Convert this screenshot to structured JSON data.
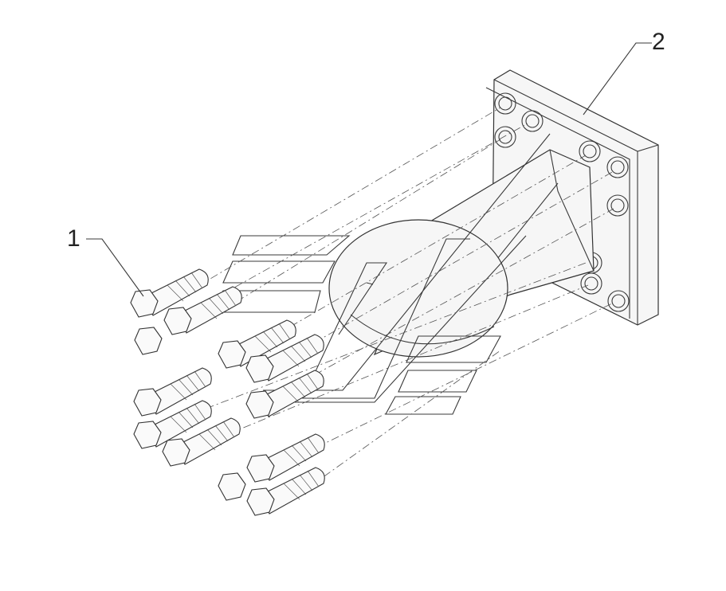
{
  "callouts": [
    {
      "id": "1",
      "label": "1"
    },
    {
      "id": "2",
      "label": "2"
    }
  ],
  "colors": {
    "line": "#333333",
    "background": "#ffffff"
  }
}
